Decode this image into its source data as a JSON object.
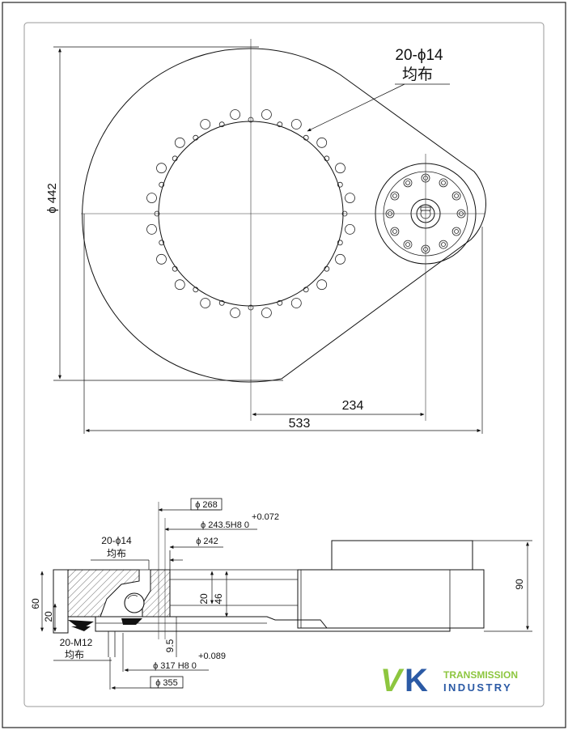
{
  "top_view": {
    "bolt_note_qty": "20-ϕ14",
    "bolt_note_sub": "均布",
    "dim_diameter": "ϕ 442",
    "dim_center_distance": "234",
    "dim_total_length": "533"
  },
  "section_view": {
    "dim_d268": "ϕ 268",
    "dim_d243_tol": "+0.072",
    "dim_d243": "ϕ 243.5H8  0",
    "dim_d242": "ϕ 242",
    "note_holes_qty": "20-ϕ14",
    "note_holes_sub": "均布",
    "dim_20_left": "20",
    "dim_60": "60",
    "dim_20_mid": "20",
    "dim_46": "46",
    "dim_9_5": "9.5",
    "note_thread_qty": "20-M12",
    "note_thread_sub": "均布",
    "dim_d317_tol": "+0.089",
    "dim_d317": "ϕ 317 H8  0",
    "dim_d355": "ϕ 355",
    "dim_90": "90"
  },
  "logo": {
    "mark_v": "V",
    "mark_k": "K",
    "line1": "TRANSMISSION",
    "line2": "INDUSTRY",
    "color_v": "#8dc63f",
    "color_k": "#2b5aa5"
  }
}
